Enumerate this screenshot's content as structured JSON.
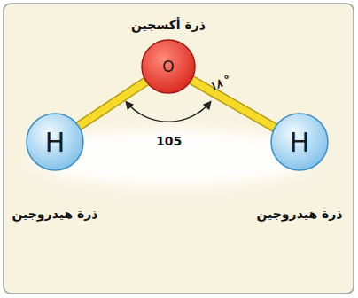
{
  "diagram": {
    "nodes": [
      {
        "text": [
          "O",
          "ذرة أكسجين"
        ]
      },
      {
        "text": [
          "H",
          "ذرة هيدروجين"
        ]
      },
      {
        "text": [
          "H",
          "ذرة هيدروجين"
        ]
      }
    ],
    "edges": [
      {
        "from": 0,
        "to": 1,
        "arrow": "none"
      },
      {
        "from": 0,
        "to": 2,
        "arrow": "none"
      }
    ],
    "labels": [
      "١٨ °",
      "105"
    ]
  }
}
